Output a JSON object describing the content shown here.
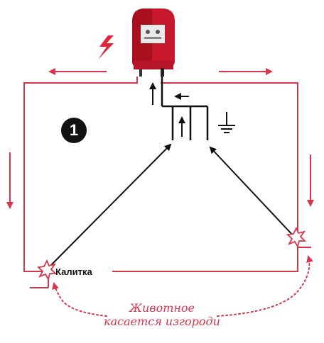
{
  "diagram": {
    "step_number": "1",
    "gate_label": "Калитка",
    "caption_line1": "Животное",
    "caption_line2": "касается изгороди",
    "colors": {
      "fence_wire": "#d8344a",
      "energizer_body": "#c8182c",
      "ground_wire": "#111111",
      "caption": "#d8344a",
      "lightning": "#e2233b"
    },
    "icons": [
      "energizer-device",
      "lightning-icon",
      "ground-symbol-icon",
      "spark-icon"
    ]
  }
}
